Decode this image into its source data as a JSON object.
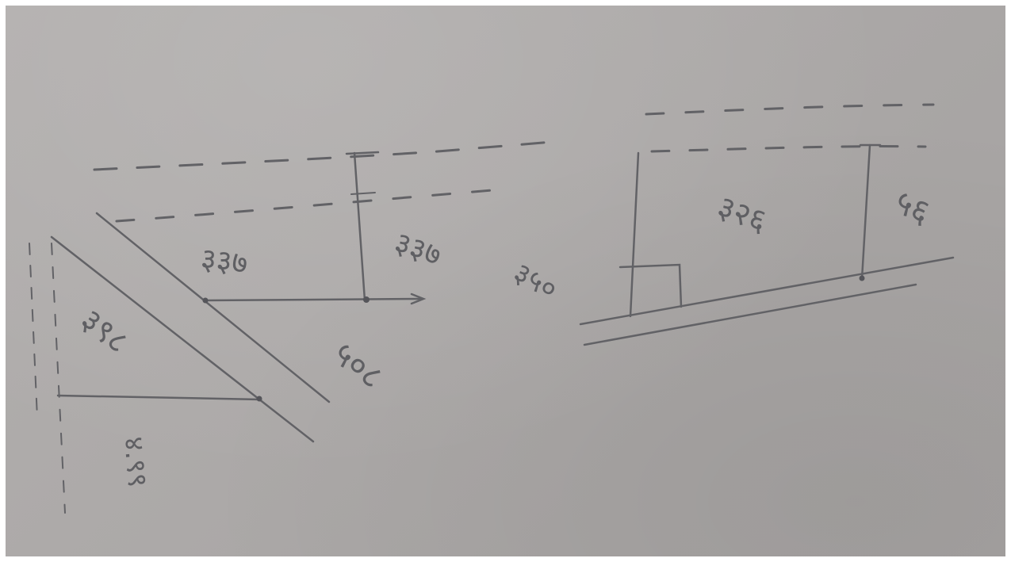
{
  "image": {
    "kind": "photo of pencil sketch on paper",
    "colors": {
      "paper": "#aca9a8",
      "pencil": "#626266"
    }
  },
  "annotations": {
    "label_1": "३३७",
    "label_2": "३३७",
    "label_3": "५०८",
    "label_4": "३९८",
    "label_5": "४.९९",
    "label_6": "३५०",
    "label_7": "३२६",
    "label_8": "५६"
  }
}
